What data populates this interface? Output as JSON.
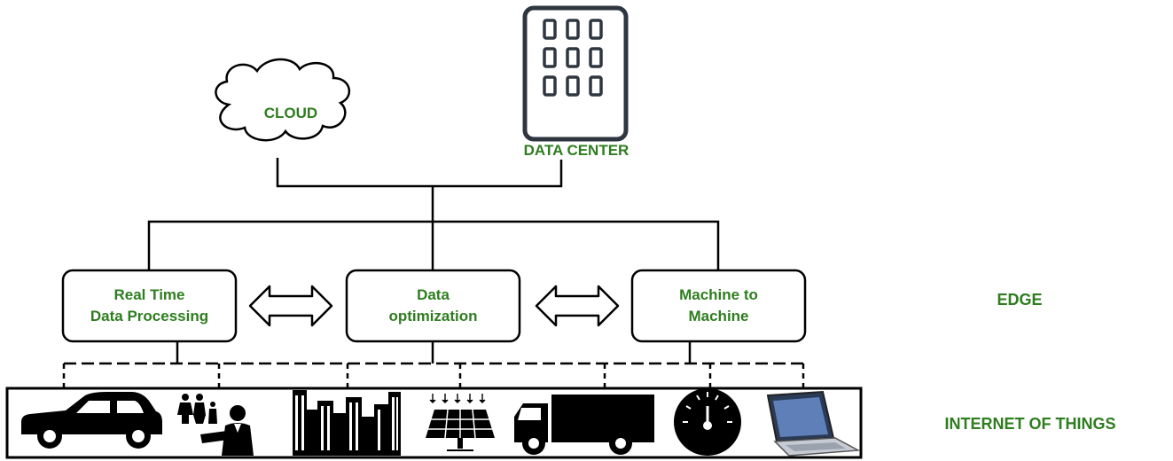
{
  "top": {
    "cloud_label": "CLOUD",
    "datacenter_label": "DATA CENTER"
  },
  "edge": {
    "label": "EDGE",
    "boxes": [
      {
        "line1": "Real Time",
        "line2": "Data Processing"
      },
      {
        "line1": "Data",
        "line2": "optimization"
      },
      {
        "line1": "Machine to",
        "line2": "Machine"
      }
    ]
  },
  "iot": {
    "label": "INTERNET OF THINGS",
    "devices": [
      "car-icon",
      "people-icon",
      "buildings-icon",
      "solar-panel-icon",
      "truck-icon",
      "gauge-icon",
      "laptop-icon"
    ]
  },
  "colors": {
    "label_green": "#2e7d1f",
    "line": "#000000"
  }
}
